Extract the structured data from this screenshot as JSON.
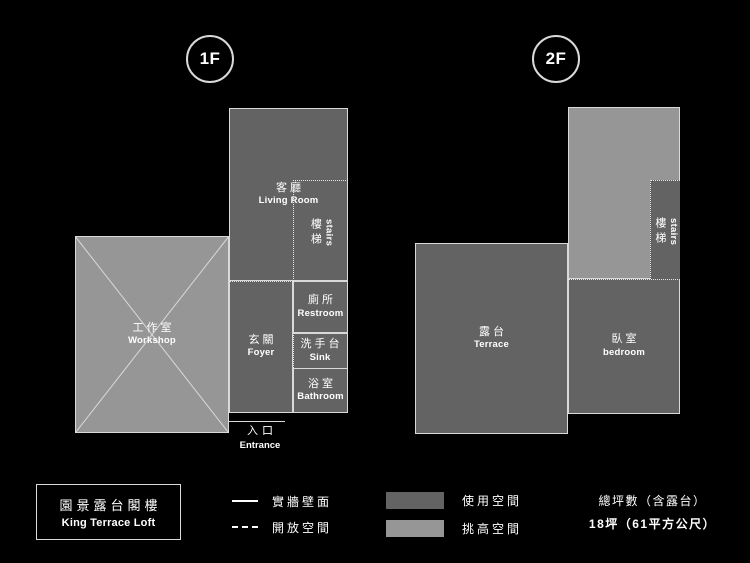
{
  "floors": [
    {
      "badge": "1F"
    },
    {
      "badge": "2F"
    }
  ],
  "plan_1f": {
    "rooms": [
      {
        "zh": "客廳",
        "en": "Living Room",
        "fill": "使用空間"
      },
      {
        "zh": "樓梯",
        "en": "stairs",
        "fill": "使用空間"
      },
      {
        "zh": "工作室",
        "en": "Workshop",
        "fill": "挑高空間"
      },
      {
        "zh": "玄關",
        "en": "Foyer",
        "fill": "使用空間"
      },
      {
        "zh": "廁所",
        "en": "Restroom",
        "fill": "使用空間"
      },
      {
        "zh": "洗手台",
        "en": "Sink",
        "fill": "使用空間"
      },
      {
        "zh": "浴室",
        "en": "Bathroom",
        "fill": "使用空間"
      }
    ],
    "entrance": {
      "zh": "入口",
      "en": "Entrance"
    }
  },
  "plan_2f": {
    "rooms": [
      {
        "zh": "樓梯",
        "en": "stairs",
        "fill": "使用空間"
      },
      {
        "zh": "露台",
        "en": "Terrace",
        "fill": "使用空間"
      },
      {
        "zh": "臥室",
        "en": "bedroom",
        "fill": "使用空間"
      }
    ],
    "void_fill": "挑高空間"
  },
  "legend": {
    "title": {
      "zh": "園景露台閣樓",
      "en": "King Terrace Loft"
    },
    "line_items": [
      {
        "style": "solid",
        "label": "實牆壁面"
      },
      {
        "style": "dashed",
        "label": "開放空間"
      }
    ],
    "fill_items": [
      {
        "color": "#636363",
        "label": "使用空間"
      },
      {
        "color": "#969696",
        "label": "挑高空間"
      }
    ],
    "area": {
      "line1": "總坪數（含露台）",
      "line2": "18坪（61平方公尺）"
    }
  },
  "colors": {
    "background": "#000000",
    "usable_space": "#636363",
    "double_height": "#969696",
    "stroke": "#d9d9d9",
    "text": "#ffffff"
  }
}
